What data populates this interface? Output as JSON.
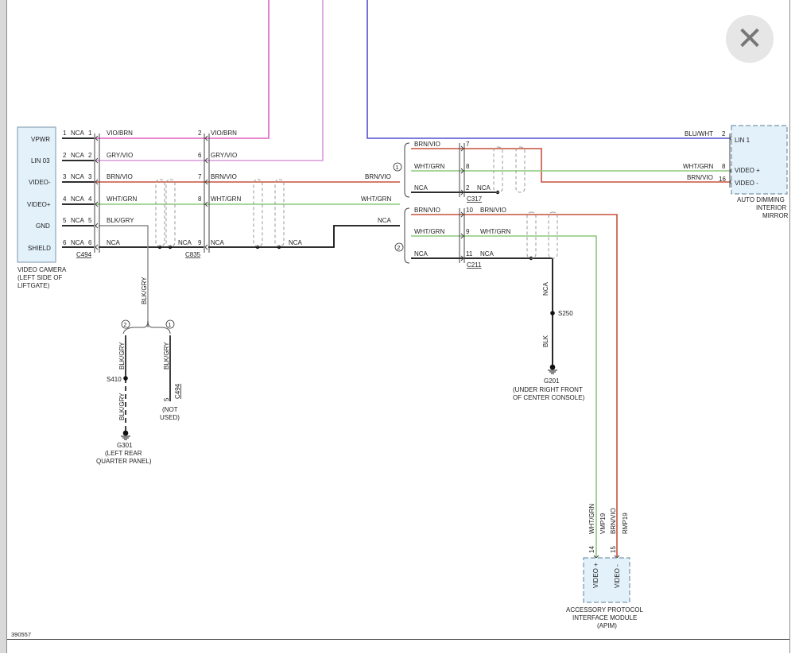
{
  "close_icon": "close-icon",
  "colors": {
    "vio_brn": "#e060c0",
    "gry_vio": "#d999d9",
    "brn_vio": "#c8503c",
    "wht_grn": "#8cc87c",
    "blu_wht": "#5050d0",
    "connector_fill": "#e3f1fb",
    "connector_stroke": "#7896a8"
  },
  "diagram_id": "390557",
  "camera": {
    "pins": [
      "VPWR",
      "LIN 03",
      "VIDEO-",
      "VIDEO+",
      "GND",
      "SHIELD"
    ],
    "name": [
      "VIDEO CAMERA",
      "(LEFT SIDE OF",
      "LIFTGATE)"
    ],
    "connector": "C494"
  },
  "left_rows": [
    {
      "pin": "1",
      "nca": "NCA",
      "pin2": "1",
      "wire": "VIO/BRN",
      "c935_pin": "2",
      "right_wire": "VIO/BRN"
    },
    {
      "pin": "2",
      "nca": "NCA",
      "pin2": "2",
      "wire": "GRY/VIO",
      "c935_pin": "6",
      "right_wire": "GRY/VIO"
    },
    {
      "pin": "3",
      "nca": "NCA",
      "pin2": "3",
      "wire": "BRN/VIO",
      "c935_pin": "7",
      "right_wire": "BRN/VIO"
    },
    {
      "pin": "4",
      "nca": "NCA",
      "pin2": "4",
      "wire": "WHT/GRN",
      "c935_pin": "8",
      "right_wire": "WHT/GRN"
    },
    {
      "pin": "5",
      "nca": "NCA",
      "pin2": "5",
      "wire": "BLK/GRY"
    },
    {
      "pin": "6",
      "nca": "NCA",
      "pin2": "6",
      "wire": "NCA",
      "mid": "NCA",
      "c935_pin": "9",
      "right_wire": "NCA",
      "far": "NCA"
    }
  ],
  "c835": "C835",
  "mid_labels": {
    "brn_vio": "BRN/VIO",
    "wht_grn": "WHT/GRN",
    "nca": "NCA"
  },
  "blk_gry_drop": "BLK/GRY",
  "variant_1": "1",
  "variant_2": "2",
  "ground_left": {
    "wire_top": "BLK/GRY",
    "splice": "S410",
    "wire_bottom": "BLK/GRY",
    "ground": "G301",
    "location": [
      "(LEFT REAR",
      "QUARTER PANEL)"
    ]
  },
  "unused": {
    "wire": "BLK/GRY",
    "pin": "5",
    "connector": "C494",
    "note": [
      "(NOT",
      "USED)"
    ]
  },
  "c317": {
    "connector": "C317",
    "rows": [
      {
        "wire": "BRN/VIO",
        "pin": "7"
      },
      {
        "wire": "WHT/GRN",
        "pin": "8"
      },
      {
        "wire": "NCA",
        "pin": "2",
        "nca": "NCA"
      }
    ]
  },
  "c211": {
    "connector": "C211",
    "rows": [
      {
        "wire": "BRN/VIO",
        "pin": "10",
        "out": "BRN/VIO"
      },
      {
        "wire": "WHT/GRN",
        "pin": "9",
        "out": "WHT/GRN"
      },
      {
        "wire": "NCA",
        "pin": "11",
        "out": "NCA"
      }
    ]
  },
  "ground_right": {
    "wire_top": "NCA",
    "splice": "S250",
    "wire_bottom": "BLK",
    "ground": "G201",
    "location": [
      "(UNDER RIGHT FRONT",
      "OF CENTER CONSOLE)"
    ]
  },
  "mirror": {
    "pins": [
      {
        "wire": "BLU/WHT",
        "pin": "2",
        "label": "LIN 1"
      },
      {
        "wire": "WHT/GRN",
        "pin": "8",
        "label": "VIDEO +"
      },
      {
        "wire": "BRN/VIO",
        "pin": "16",
        "label": "VIDEO -"
      }
    ],
    "name": [
      "AUTO DIMMING",
      "INTERIOR",
      "MIRROR"
    ]
  },
  "apim": {
    "wires": [
      {
        "wire": "WHT/GRN",
        "circuit": "VMP19",
        "pin": "14",
        "label": "VIDEO +"
      },
      {
        "wire": "BRN/VIO",
        "circuit": "RMP19",
        "pin": "15",
        "label": "VIDEO -"
      }
    ],
    "name": [
      "ACCESSORY PROTOCOL",
      "INTERFACE MODULE",
      "(APIM)"
    ]
  }
}
